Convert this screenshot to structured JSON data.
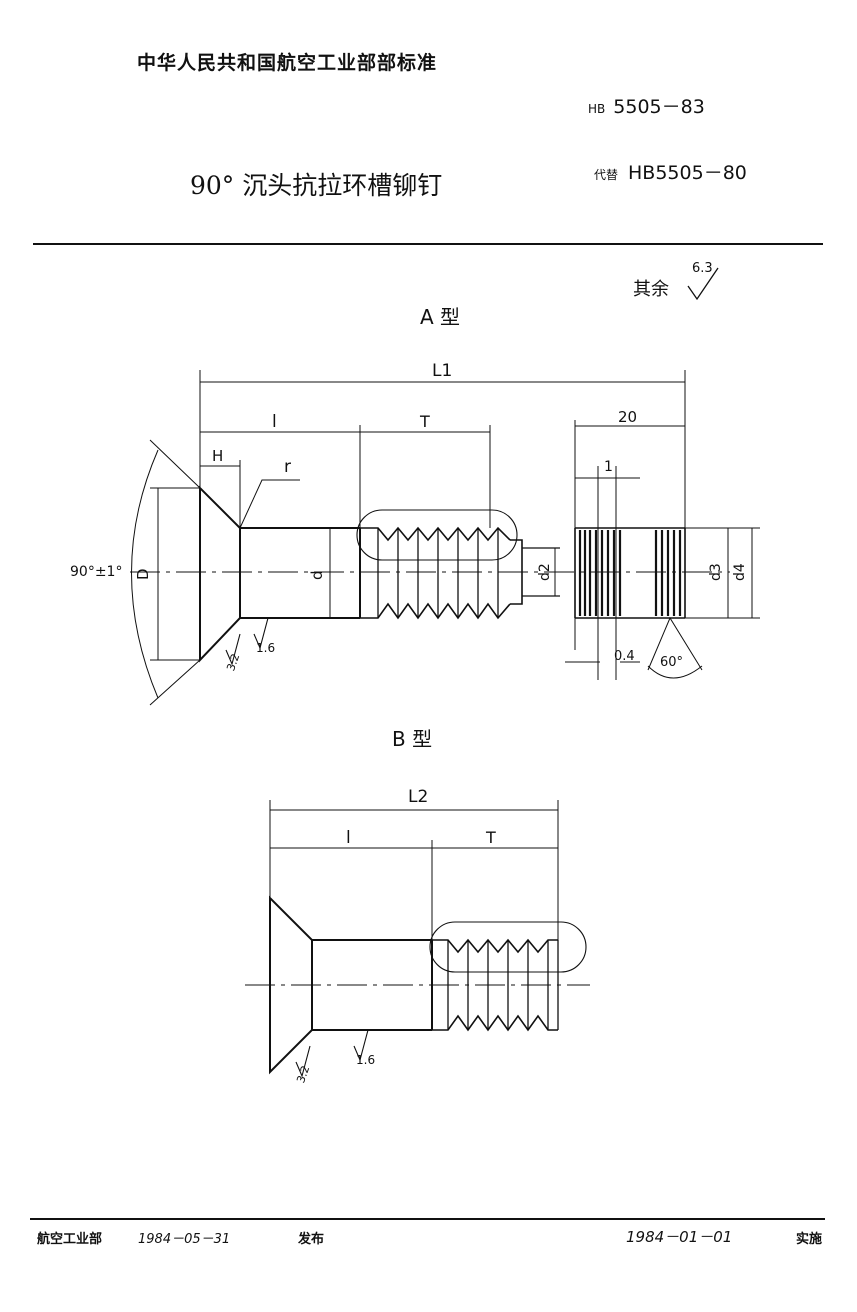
{
  "header": {
    "organization": "中华人民共和国航空工业部部标准",
    "standard_prefix": "HB",
    "standard_number": "5505－83",
    "title": "90° 沉头抗拉环槽铆钉",
    "supersedes_label": "代替",
    "supersedes_number": "HB5505－80",
    "surface_note": "其余",
    "surface_value": "6.3"
  },
  "type_a": {
    "label": "A 型",
    "dims": {
      "L1": "L1",
      "l": "l",
      "T": "T",
      "H": "H",
      "r": "r",
      "D": "D",
      "d": "d",
      "d2": "d2",
      "d3": "d3",
      "d4": "d4",
      "len20": "20",
      "len1": "1",
      "len04": "0.4",
      "angle60": "60°",
      "angle90": "90°±1°",
      "rough32": "3.2",
      "rough16": "1.6"
    }
  },
  "type_b": {
    "label": "B 型",
    "dims": {
      "L2": "L2",
      "l": "l",
      "T": "T",
      "rough32": "3.2",
      "rough16": "1.6"
    }
  },
  "footer": {
    "org": "航空工业部",
    "issue_date": "1984－05－31",
    "issue": "发布",
    "impl_date": "1984－01－01",
    "impl": "实施"
  }
}
